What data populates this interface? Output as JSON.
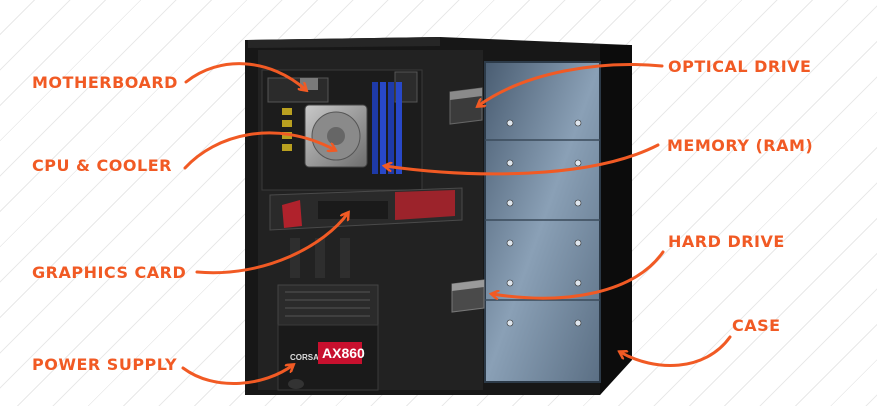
{
  "labels": {
    "motherboard": "MOTHERBOARD",
    "cpu_cooler": "CPU & COOLER",
    "graphics_card": "GRAPHICS CARD",
    "power_supply": "POWER SUPPLY",
    "optical_drive": "OPTICAL DRIVE",
    "memory": "MEMORY (RAM)",
    "hard_drive": "HARD DRIVE",
    "case": "CASE"
  },
  "psu": {
    "brand": "CORSAIR",
    "model": "AX860"
  },
  "colors": {
    "accent": "#f15a24",
    "case": "#141414",
    "drive_bay": "#5e7389"
  }
}
